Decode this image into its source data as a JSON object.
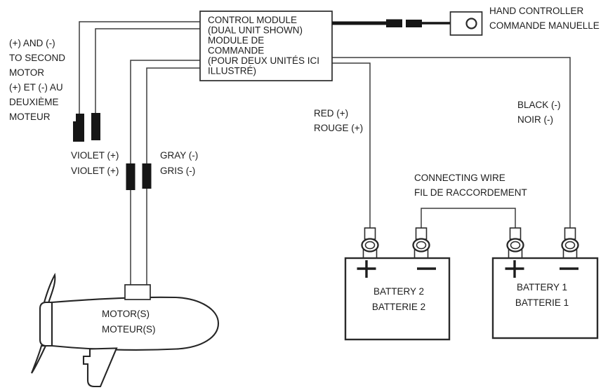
{
  "labels": {
    "control_module": [
      "CONTROL MODULE",
      "(DUAL UNIT SHOWN)",
      "MODULE DE",
      "COMMANDE",
      "(POUR DEUX UNITÉS ICI",
      "ILLUSTRÉ)"
    ],
    "hand_controller": [
      "HAND CONTROLLER",
      "COMMANDE MANUELLE"
    ],
    "second_motor": [
      "(+) AND (-)",
      "TO SECOND",
      "MOTOR",
      "(+) ET (-) AU",
      "DEUXIÈME",
      "MOTEUR"
    ],
    "violet": [
      "VIOLET (+)",
      "VIOLET (+)"
    ],
    "gray": [
      "GRAY (-)",
      "GRIS (-)"
    ],
    "red": [
      "RED (+)",
      "ROUGE (+)"
    ],
    "black": [
      "BLACK (-)",
      "NOIR (-)"
    ],
    "connecting_wire": [
      "CONNECTING WIRE",
      "FIL DE RACCORDEMENT"
    ],
    "motor": [
      "MOTOR(S)",
      "MOTEUR(S)"
    ],
    "battery2": [
      "BATTERY 2",
      "BATTERIE 2"
    ],
    "battery1": [
      "BATTERY 1",
      "BATTERIE 1"
    ]
  },
  "batteries": {
    "battery1": {
      "positive": "+",
      "negative": "−"
    },
    "battery2": {
      "positive": "+",
      "negative": "−"
    }
  },
  "colors": {
    "line": "#3d3d3d",
    "outline": "#2a2a2a",
    "fill_black": "#161616",
    "text": "#1d1d1d",
    "background": "#ffffff"
  }
}
